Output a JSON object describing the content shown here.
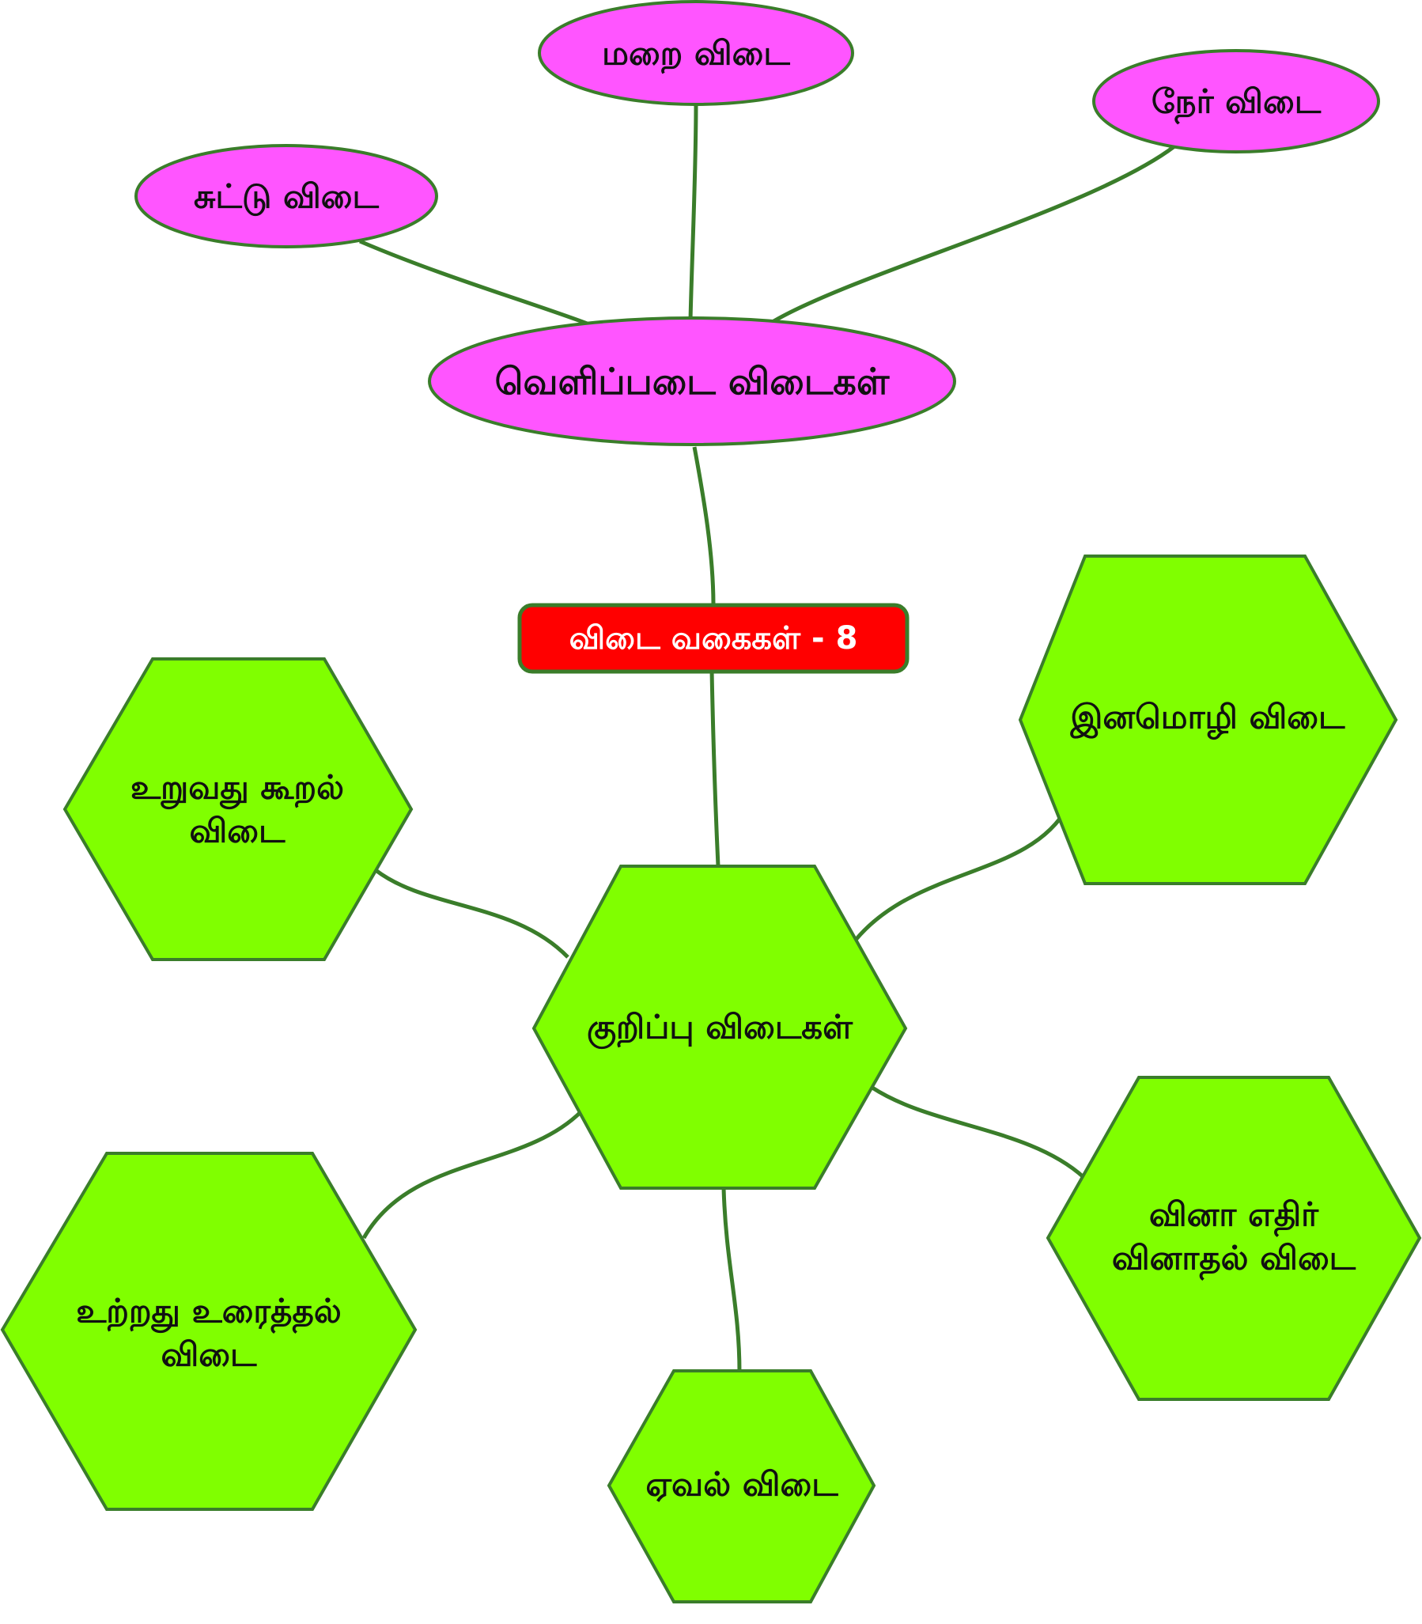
{
  "diagram": {
    "root": {
      "label": "விடை வகைகள் - 8"
    },
    "explicit_group": {
      "label": "வெளிப்படை விடைகள்",
      "children": [
        {
          "label": "சுட்டு விடை"
        },
        {
          "label": "மறை விடை"
        },
        {
          "label": "நேர் விடை"
        }
      ]
    },
    "implicit_group": {
      "label": "குறிப்பு விடைகள்",
      "children": [
        {
          "lines": [
            "இனமொழி விடை"
          ]
        },
        {
          "lines": [
            "உறுவது கூறல்",
            "விடை"
          ]
        },
        {
          "lines": [
            "உற்றது உரைத்தல்",
            "விடை"
          ]
        },
        {
          "lines": [
            "ஏவல் விடை"
          ]
        },
        {
          "lines": [
            "வினா எதிர்",
            "வினாதல் விடை"
          ]
        }
      ]
    },
    "colors": {
      "ellipse_fill": "#ff55ff",
      "hexagon_fill": "#80ff00",
      "root_fill": "#ff0000",
      "connector": "#3a7d2a"
    }
  }
}
